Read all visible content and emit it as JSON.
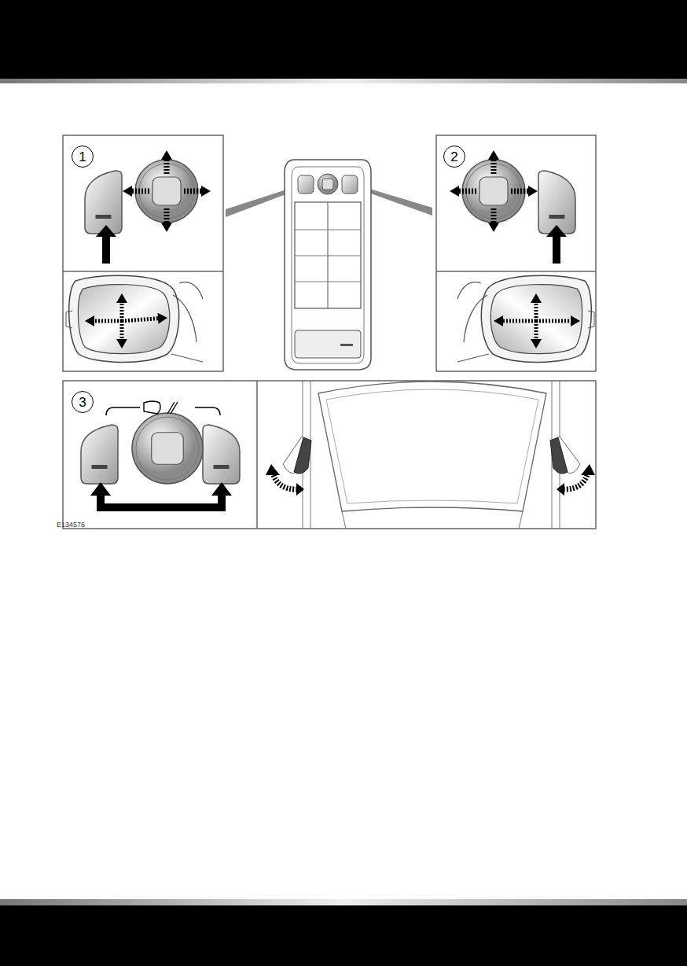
{
  "diagram": {
    "nodes": [
      {
        "text": [
          "1"
        ]
      },
      {
        "text": [
          "2"
        ]
      },
      {
        "text": [
          "3"
        ]
      }
    ],
    "labels": [
      "E134576"
    ]
  }
}
